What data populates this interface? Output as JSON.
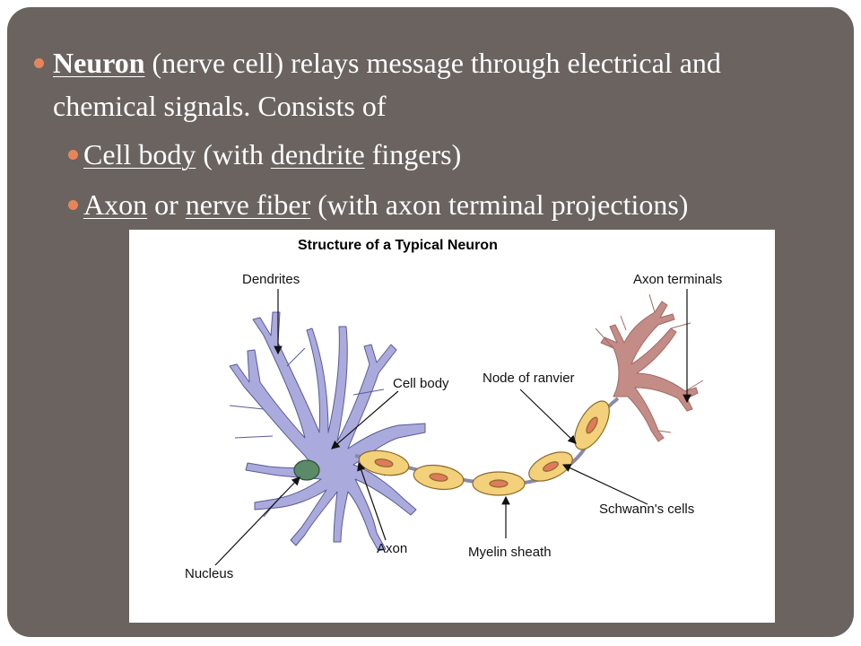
{
  "slide": {
    "bullet1": {
      "term": "Neuron",
      "rest": " (nerve cell) relays message through electrical and chemical signals. Consists of"
    },
    "bullet2": {
      "term1": "Cell body",
      "mid": " (with ",
      "term2": "dendrite",
      "rest": " fingers)"
    },
    "bullet3": {
      "term1": "Axon",
      "mid": " or ",
      "term2": "nerve fiber",
      "rest": " (with axon terminal projections)"
    }
  },
  "diagram": {
    "title": "Structure of a Typical Neuron",
    "labels": {
      "dendrites": "Dendrites",
      "axon_terminals": "Axon terminals",
      "cell_body": "Cell body",
      "node_of_ranvier": "Node of ranvier",
      "schwanns_cells": "Schwann's cells",
      "axon": "Axon",
      "myelin_sheath": "Myelin sheath",
      "nucleus": "Nucleus"
    },
    "colors": {
      "slide_bg": "#6a6360",
      "bullet": "#e6855a",
      "cell_body": "#aaaadc",
      "nucleus": "#5a8a68",
      "myelin": "#f3d07a",
      "myelin_nucleus": "#e07a5a",
      "terminals": "#c48c86"
    }
  }
}
